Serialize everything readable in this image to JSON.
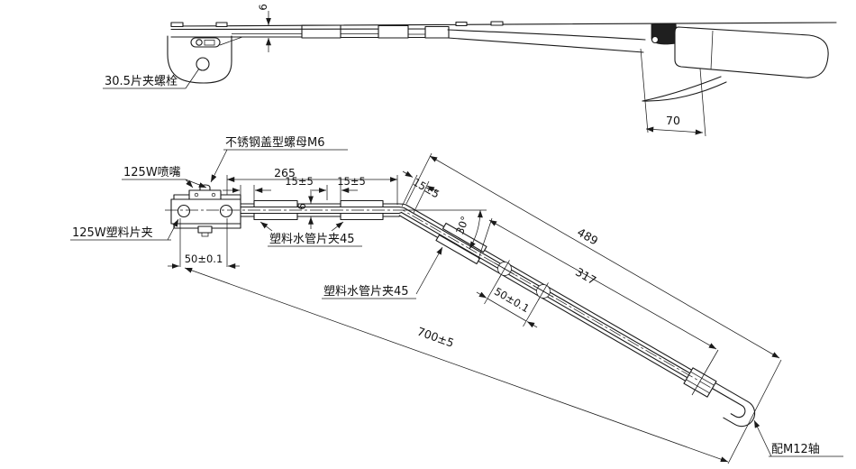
{
  "drawing": {
    "labels": {
      "blade_clamp_bolt": "30.5片夹螺栓",
      "cap_nut_m6": "不锈钢盖型螺母M6",
      "nozzle": "125W喷嘴",
      "plastic_blade_clamp": "125W塑料片夹",
      "pipe_clip": "塑料水管片夹45",
      "shaft_fit": "配M12轴"
    },
    "dimensions": {
      "arm_thickness": "6",
      "head_length": "70",
      "clamp_to_bend": "265",
      "clip_gap": "15±5",
      "hole_pitch": "50±0.1",
      "bend_angle": "30°",
      "incline_outer": "489",
      "incline_inner": "317",
      "overall_length": "700±5"
    },
    "colors": {
      "line": "#1a1a1a",
      "background": "#ffffff"
    }
  }
}
